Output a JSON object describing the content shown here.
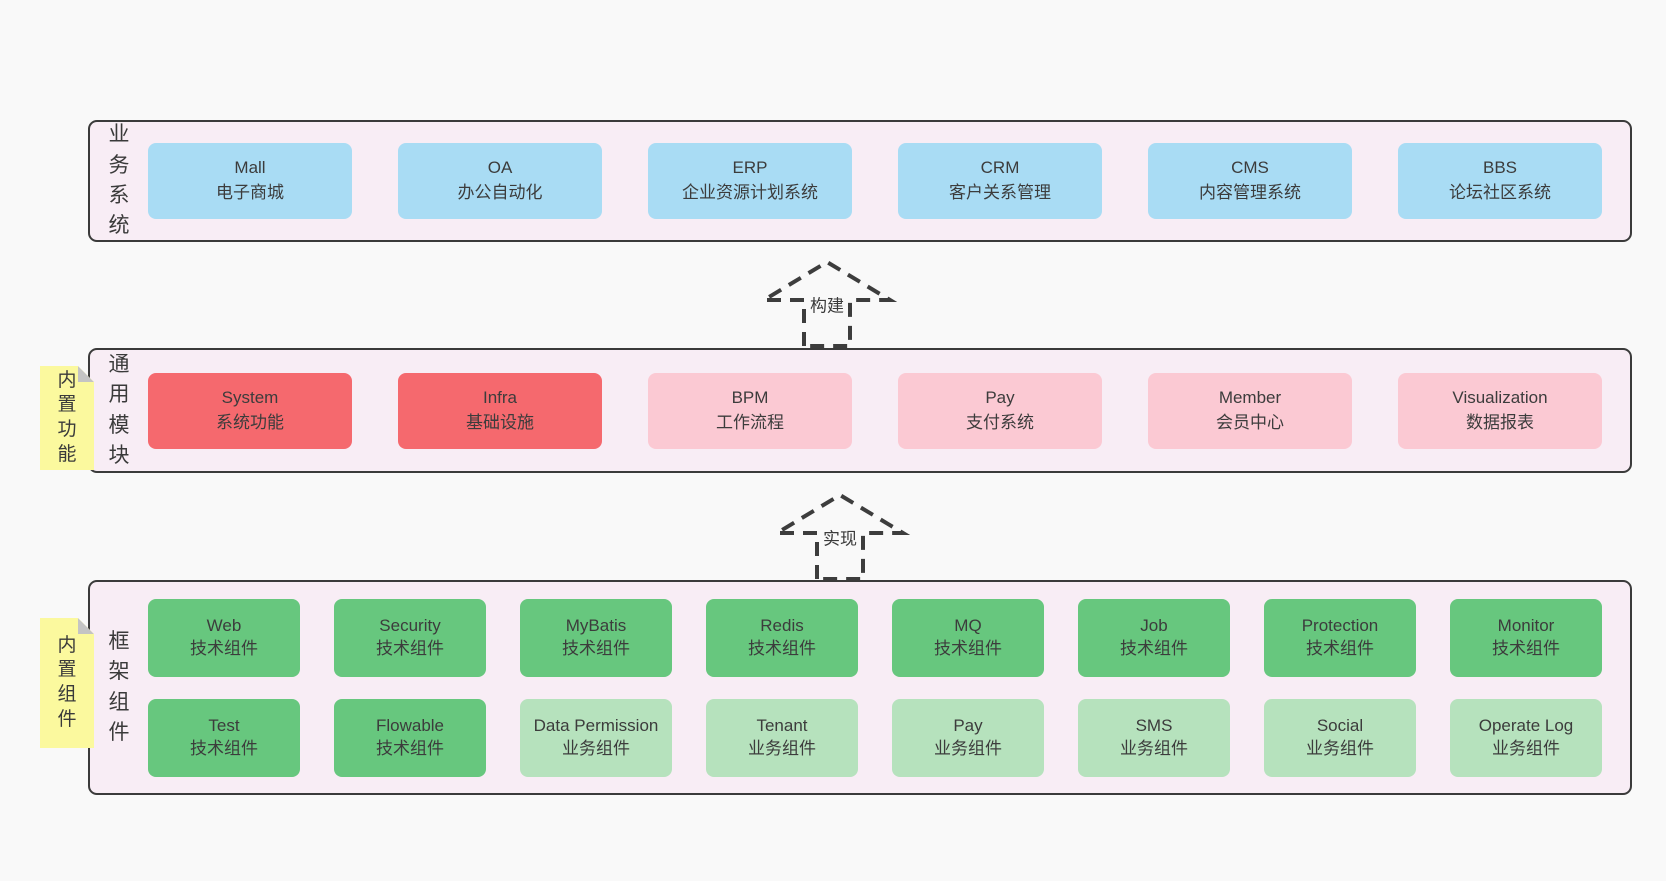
{
  "colors": {
    "page_bg": "#f9f9f9",
    "band_bg": "#f8edf5",
    "band_border": "#3b3b3b",
    "box_blue": "#a9dcf4",
    "box_red": "#f5696e",
    "box_pink": "#fbc9d3",
    "box_green_dark": "#67c77e",
    "box_green_light": "#b6e2bd",
    "sticky_yellow": "#fbf99e",
    "sticky_fold_gray": "#c4c4c4",
    "arrow_stroke": "#3d3d3d"
  },
  "band1": {
    "label": "业务系统",
    "boxes": [
      {
        "title": "Mall",
        "subtitle": "电子商城"
      },
      {
        "title": "OA",
        "subtitle": "办公自动化"
      },
      {
        "title": "ERP",
        "subtitle": "企业资源计划系统"
      },
      {
        "title": "CRM",
        "subtitle": "客户关系管理"
      },
      {
        "title": "CMS",
        "subtitle": "内容管理系统"
      },
      {
        "title": "BBS",
        "subtitle": "论坛社区系统"
      }
    ]
  },
  "arrow1": {
    "label": "构建"
  },
  "band2": {
    "label": "通用模块",
    "sticky": "内置功能",
    "boxes": [
      {
        "title": "System",
        "subtitle": "系统功能",
        "variant": "red"
      },
      {
        "title": "Infra",
        "subtitle": "基础设施",
        "variant": "red"
      },
      {
        "title": "BPM",
        "subtitle": "工作流程",
        "variant": "pink"
      },
      {
        "title": "Pay",
        "subtitle": "支付系统",
        "variant": "pink"
      },
      {
        "title": "Member",
        "subtitle": "会员中心",
        "variant": "pink"
      },
      {
        "title": "Visualization",
        "subtitle": "数据报表",
        "variant": "pink"
      }
    ]
  },
  "arrow2": {
    "label": "实现"
  },
  "band3": {
    "label": "框架组件",
    "sticky": "内置组件",
    "row1": [
      {
        "title": "Web",
        "subtitle": "技术组件",
        "variant": "green-dark"
      },
      {
        "title": "Security",
        "subtitle": "技术组件",
        "variant": "green-dark"
      },
      {
        "title": "MyBatis",
        "subtitle": "技术组件",
        "variant": "green-dark"
      },
      {
        "title": "Redis",
        "subtitle": "技术组件",
        "variant": "green-dark"
      },
      {
        "title": "MQ",
        "subtitle": "技术组件",
        "variant": "green-dark"
      },
      {
        "title": "Job",
        "subtitle": "技术组件",
        "variant": "green-dark"
      },
      {
        "title": "Protection",
        "subtitle": "技术组件",
        "variant": "green-dark"
      },
      {
        "title": "Monitor",
        "subtitle": "技术组件",
        "variant": "green-dark"
      }
    ],
    "row2": [
      {
        "title": "Test",
        "subtitle": "技术组件",
        "variant": "green-dark"
      },
      {
        "title": "Flowable",
        "subtitle": "技术组件",
        "variant": "green-dark"
      },
      {
        "title": "Data Permission",
        "subtitle": "业务组件",
        "variant": "green-light"
      },
      {
        "title": "Tenant",
        "subtitle": "业务组件",
        "variant": "green-light"
      },
      {
        "title": "Pay",
        "subtitle": "业务组件",
        "variant": "green-light"
      },
      {
        "title": "SMS",
        "subtitle": "业务组件",
        "variant": "green-light"
      },
      {
        "title": "Social",
        "subtitle": "业务组件",
        "variant": "green-light"
      },
      {
        "title": "Operate Log",
        "subtitle": "业务组件",
        "variant": "green-light"
      }
    ]
  }
}
